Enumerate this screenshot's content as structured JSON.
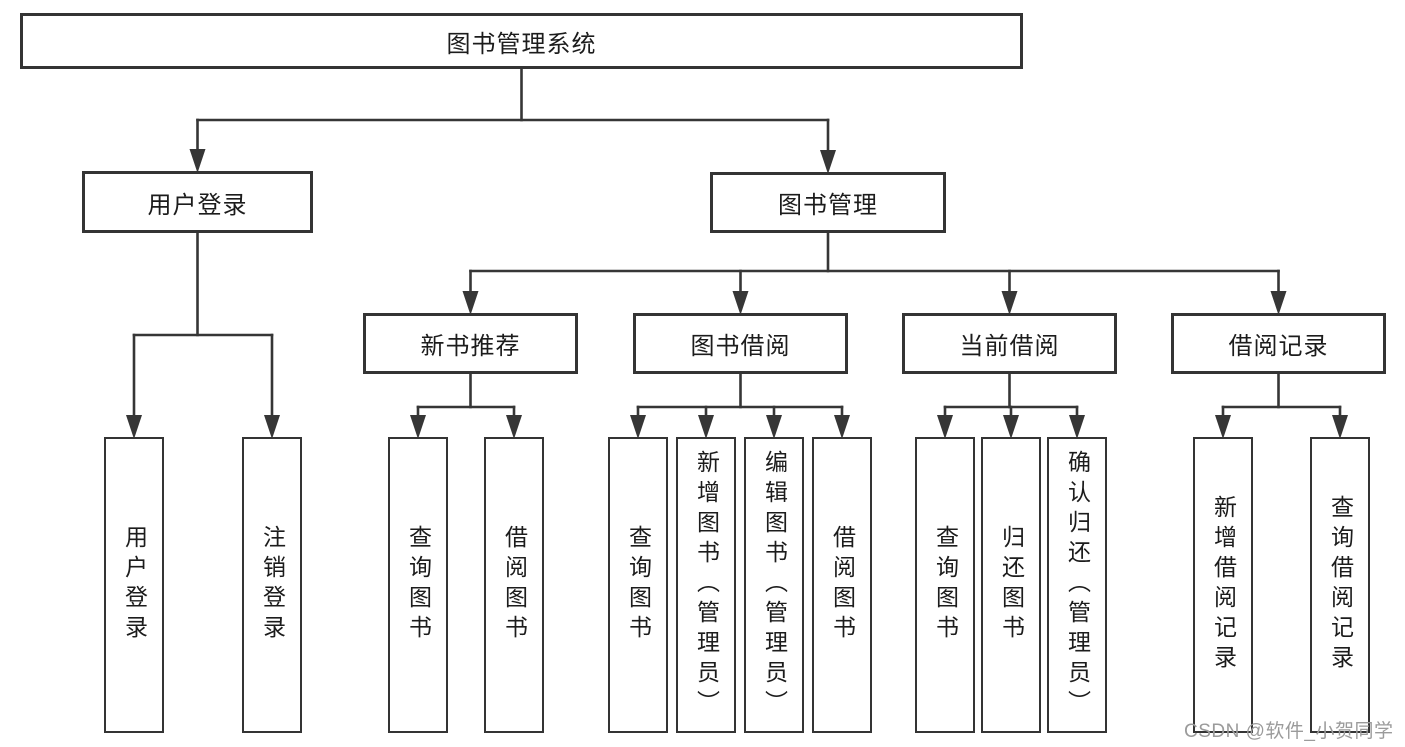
{
  "title": "图书管理系统",
  "watermark": {
    "text": "CSDN @软件_小贺同学"
  },
  "colors": {
    "background": "#ffffff",
    "line": "#363636",
    "box_border": "#343434",
    "text": "#1c1c1c",
    "watermark": "#9b9b9b"
  },
  "tree": {
    "id": "root",
    "label": "图书管理系统",
    "children": [
      {
        "id": "user-login",
        "label": "用户登录",
        "children": [
          {
            "id": "leaf-user-login",
            "label": "用户登录"
          },
          {
            "id": "leaf-logout",
            "label": "注销登录"
          }
        ]
      },
      {
        "id": "book-mgmt",
        "label": "图书管理",
        "children": [
          {
            "id": "new-book-recommend",
            "label": "新书推荐",
            "children": [
              {
                "id": "nb-query-book",
                "label": "查询图书"
              },
              {
                "id": "nb-borrow-book",
                "label": "借阅图书"
              }
            ]
          },
          {
            "id": "book-borrow",
            "label": "图书借阅",
            "children": [
              {
                "id": "bb-query-book",
                "label": "查询图书"
              },
              {
                "id": "bb-add-book",
                "label": "新增图书（管理员）"
              },
              {
                "id": "bb-edit-book",
                "label": "编辑图书（管理员）"
              },
              {
                "id": "bb-borrow-book",
                "label": "借阅图书"
              }
            ]
          },
          {
            "id": "current-borrow",
            "label": "当前借阅",
            "children": [
              {
                "id": "cb-query-book",
                "label": "查询图书"
              },
              {
                "id": "cb-return-book",
                "label": "归还图书"
              },
              {
                "id": "cb-confirm-return",
                "label": "确认归还（管理员）"
              }
            ]
          },
          {
            "id": "borrow-records",
            "label": "借阅记录",
            "children": [
              {
                "id": "br-add-record",
                "label": "新增借阅记录"
              },
              {
                "id": "br-query-record",
                "label": "查询借阅记录"
              }
            ]
          }
        ]
      }
    ]
  }
}
